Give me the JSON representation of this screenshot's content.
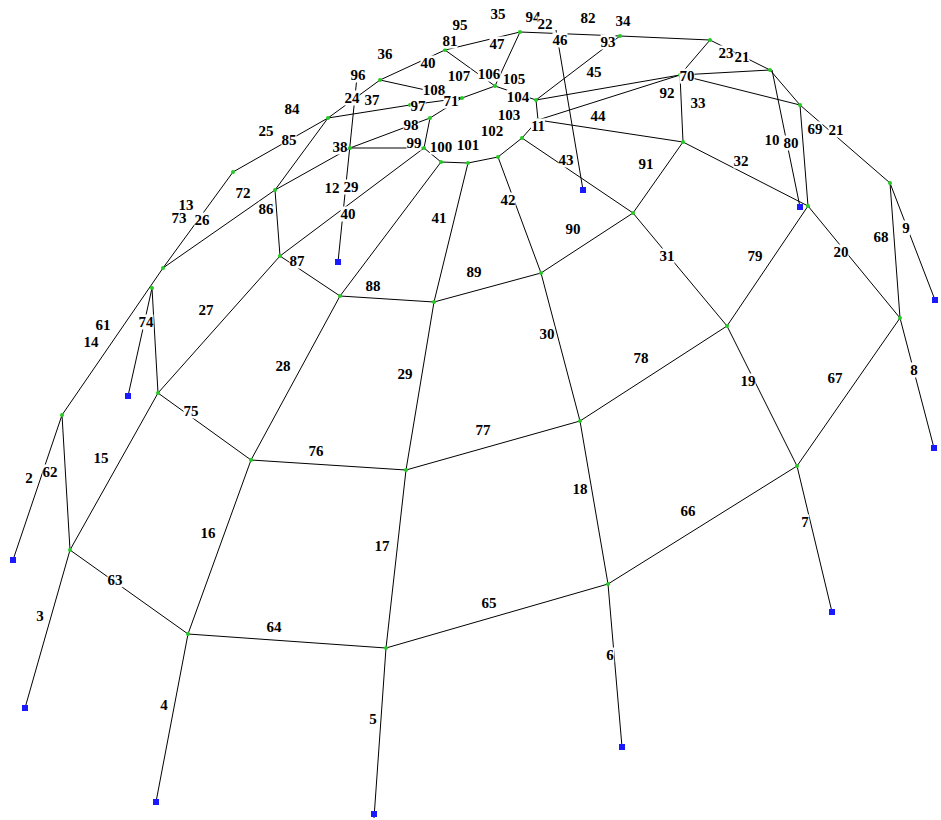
{
  "diagram": {
    "labels": [
      "35",
      "94",
      "82",
      "34",
      "95",
      "22",
      "81",
      "46",
      "47",
      "93",
      "23",
      "21",
      "36",
      "40",
      "96",
      "107",
      "106",
      "105",
      "45",
      "70",
      "108",
      "24",
      "37",
      "71",
      "104",
      "92",
      "33",
      "84",
      "97",
      "103",
      "11",
      "44",
      "25",
      "85",
      "98",
      "102",
      "10",
      "80",
      "69",
      "21",
      "38",
      "99",
      "100",
      "101",
      "91",
      "32",
      "43",
      "12",
      "29",
      "72",
      "13",
      "73",
      "26",
      "86",
      "40",
      "41",
      "42",
      "90",
      "79",
      "20",
      "68",
      "9",
      "31",
      "87",
      "88",
      "89",
      "27",
      "61",
      "14",
      "74",
      "30",
      "78",
      "28",
      "29",
      "19",
      "67",
      "8",
      "75",
      "76",
      "77",
      "15",
      "2",
      "62",
      "18",
      "66",
      "7",
      "16",
      "17",
      "63",
      "3",
      "65",
      "64",
      "6",
      "4",
      "5"
    ]
  }
}
